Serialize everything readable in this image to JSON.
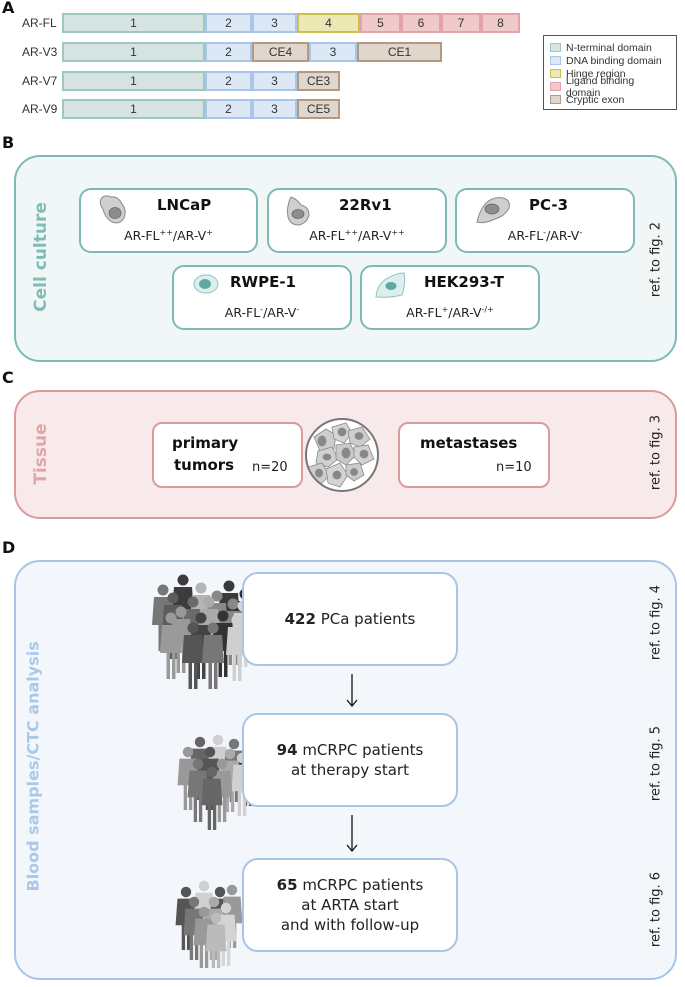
{
  "panels": {
    "A": {
      "letter": "A",
      "rows": [
        {
          "label": "AR-FL",
          "segments": [
            {
              "text": "1",
              "type": "ntd"
            },
            {
              "text": "2",
              "type": "dbd"
            },
            {
              "text": "3",
              "type": "dbd"
            },
            {
              "text": "4",
              "type": "hin"
            },
            {
              "text": "5",
              "type": "lbd"
            },
            {
              "text": "6",
              "type": "lbd"
            },
            {
              "text": "7",
              "type": "lbd"
            },
            {
              "text": "8",
              "type": "lbd"
            }
          ]
        },
        {
          "label": "AR-V3",
          "segments": [
            {
              "text": "1",
              "type": "ntd"
            },
            {
              "text": "2",
              "type": "dbd"
            },
            {
              "text": "CE4",
              "type": "cry"
            },
            {
              "text": "3",
              "type": "dbd"
            },
            {
              "text": "CE1",
              "type": "cry"
            }
          ]
        },
        {
          "label": "AR-V7",
          "segments": [
            {
              "text": "1",
              "type": "ntd"
            },
            {
              "text": "2",
              "type": "dbd"
            },
            {
              "text": "3",
              "type": "dbd"
            },
            {
              "text": "CE3",
              "type": "cry"
            }
          ]
        },
        {
          "label": "AR-V9",
          "segments": [
            {
              "text": "1",
              "type": "ntd"
            },
            {
              "text": "2",
              "type": "dbd"
            },
            {
              "text": "3",
              "type": "dbd"
            },
            {
              "text": "CE5",
              "type": "cry"
            }
          ]
        }
      ],
      "legend": [
        {
          "label": "N-terminal domain",
          "type": "ntd",
          "fill": "#d5e4e2",
          "stroke": "#9ec6c2"
        },
        {
          "label": "DNA binding domain",
          "type": "dbd",
          "fill": "#dce8f6",
          "stroke": "#a8c6e8"
        },
        {
          "label": "Hinge region",
          "type": "hin",
          "fill": "#ece8b4",
          "stroke": "#cdbf4e"
        },
        {
          "label": "Ligand binding domain",
          "type": "lbd",
          "fill": "#f0c9cb",
          "stroke": "#e2a4a8"
        },
        {
          "label": "Cryptic exon",
          "type": "cry",
          "fill": "#e0d6cb",
          "stroke": "#b09a84"
        }
      ]
    },
    "B": {
      "letter": "B",
      "section_label": "Cell culture",
      "ref": "ref. to fig. 2",
      "accent": "#7fb9b5",
      "cell_lines": [
        {
          "name": "LNCaP",
          "fl": "AR-FL",
          "fl_sup": "++",
          "v": "/AR-V",
          "v_sup": "+"
        },
        {
          "name": "22Rv1",
          "fl": "AR-FL",
          "fl_sup": "++",
          "v": "/AR-V",
          "v_sup": "++"
        },
        {
          "name": "PC-3",
          "fl": "AR-FL",
          "fl_sup": "-",
          "v": "/AR-V",
          "v_sup": "-"
        },
        {
          "name": "RWPE-1",
          "fl": "AR-FL",
          "fl_sup": "-",
          "v": "/AR-V",
          "v_sup": "-"
        },
        {
          "name": "HEK293-T",
          "fl": "AR-FL",
          "fl_sup": "+",
          "v": "/AR-V",
          "v_sup": "-/+"
        }
      ]
    },
    "C": {
      "letter": "C",
      "section_label": "Tissue",
      "ref": "ref. to fig. 3",
      "accent": "#dc9a9c",
      "primary": {
        "line1": "primary",
        "line2": "tumors",
        "n": "n=20"
      },
      "metastases": {
        "title": "metastases",
        "n": "n=10"
      }
    },
    "D": {
      "letter": "D",
      "section_label": "Blood samples/CTC analysis",
      "accent": "#a9c5e6",
      "steps": [
        {
          "count": "422",
          "line1": " PCa patients",
          "line2": "",
          "line3": "",
          "ref": "ref. to fig. 4"
        },
        {
          "count": "94",
          "line1": " mCRPC patients",
          "line2": "at therapy start",
          "line3": "",
          "ref": "ref. to fig. 5"
        },
        {
          "count": "65",
          "line1": " mCRPC patients",
          "line2": "at ARTA start",
          "line3": "and with follow-up",
          "ref": "ref. to fig. 6"
        }
      ]
    }
  }
}
